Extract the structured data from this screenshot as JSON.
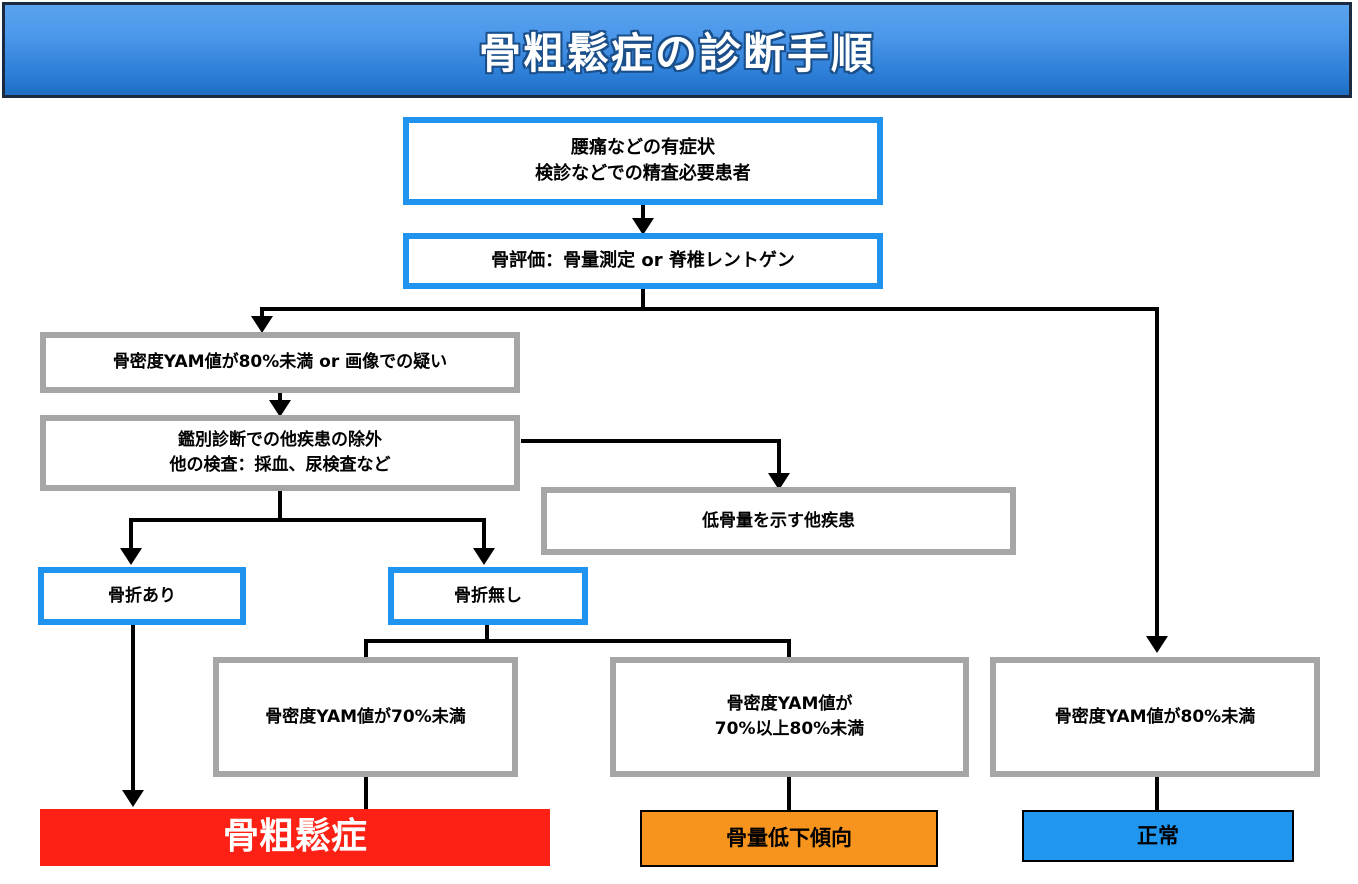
{
  "title": {
    "text": "骨粗鬆症の診断手順"
  },
  "colors": {
    "banner_top": "#5ba3ee",
    "banner_bottom": "#1f6ec4",
    "banner_border": "#1b2a40",
    "blue_outline": "#1f93ed",
    "gray_outline": "#a6a6a6",
    "result_red": "#fc2114",
    "result_orange": "#f7941e",
    "result_blue": "#2196ef",
    "connector": "#000000",
    "title_text": "#ffffff"
  },
  "nodes": {
    "entry": {
      "label": "腰痛などの有症状\n検診などでの精査必要患者",
      "style": "blue-outline"
    },
    "evaluation": {
      "label": "骨評価：骨量測定 or 脊椎レントゲン",
      "style": "blue-outline"
    },
    "yam80_or_image": {
      "label": "骨密度YAM値が80%未満 or 画像での疑い",
      "style": "gray-outline"
    },
    "differential": {
      "label": "鑑別診断での他疾患の除外\n他の検査：採血、尿検査など",
      "style": "gray-outline"
    },
    "other_disease": {
      "label": "低骨量を示す他疾患",
      "style": "gray-outline"
    },
    "fracture_yes": {
      "label": "骨折あり",
      "style": "blue-outline"
    },
    "fracture_no": {
      "label": "骨折無し",
      "style": "blue-outline"
    },
    "yam_under70": {
      "label": "骨密度YAM値が70%未満",
      "style": "gray-outline"
    },
    "yam_70_to_80": {
      "label": "骨密度YAM値が\n70%以上80%未満",
      "style": "gray-outline"
    },
    "yam_under80": {
      "label": "骨密度YAM値が80%未満",
      "style": "gray-outline"
    },
    "result_osteoporosis": {
      "label": "骨粗鬆症",
      "style": "result-red"
    },
    "result_low_bone_mass": {
      "label": "骨量低下傾向",
      "style": "result-orange"
    },
    "result_normal": {
      "label": "正常",
      "style": "result-blue"
    }
  }
}
